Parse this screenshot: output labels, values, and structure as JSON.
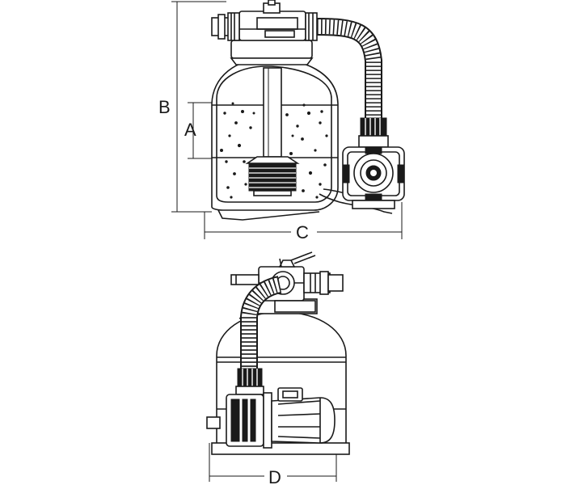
{
  "diagram": {
    "dimension_labels": {
      "a": "A",
      "b": "B",
      "c": "C",
      "d": "D"
    },
    "colors": {
      "line": "#1a1a1a",
      "fill": "#ffffff"
    }
  }
}
